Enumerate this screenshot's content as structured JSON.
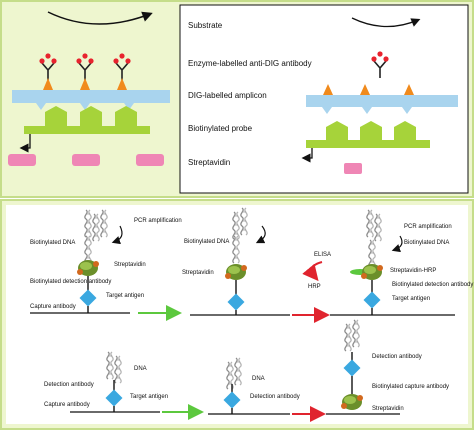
{
  "colors": {
    "frame_border": "#c5dd8a",
    "frame_fill": "#eef6cf",
    "inner_fill": "#ffffff",
    "blue_plate": "#a9d4ee",
    "orange": "#f08a1c",
    "red": "#e8232e",
    "green": "#a6d33a",
    "pink": "#ef86b5",
    "arrow_green": "#5cc83e",
    "arrow_red": "#e0242e",
    "diamond": "#3aa8e0",
    "dna": "#8c8c8c"
  },
  "top_panel": {
    "legend": {
      "substrate": "Substrate",
      "enzyme_antibody": "Enzyme-labelled anti-DIG antibody",
      "dig_amplicon": "DIG-labelled amplicon",
      "biotin_probe": "Biotinylated probe",
      "streptavidin": "Streptavidin"
    }
  },
  "bottom_panel": {
    "pcr_amplification": "PCR amplification",
    "biotinylated_dna": "Biotinylated DNA",
    "streptavidin": "Streptavidin",
    "biotinylated_detection_antibody": "Biotinylated detection antibody",
    "capture_antibody": "Capture antibody",
    "target_antigen": "Target antigen",
    "elisa": "ELISA",
    "hrp": "HRP",
    "streptavidin_hrp": "Streptavidin-HRP",
    "dna": "DNA",
    "detection_antibody": "Detection antibody",
    "biotinylated_capture_antibody": "Biotinylated capture antibody"
  }
}
